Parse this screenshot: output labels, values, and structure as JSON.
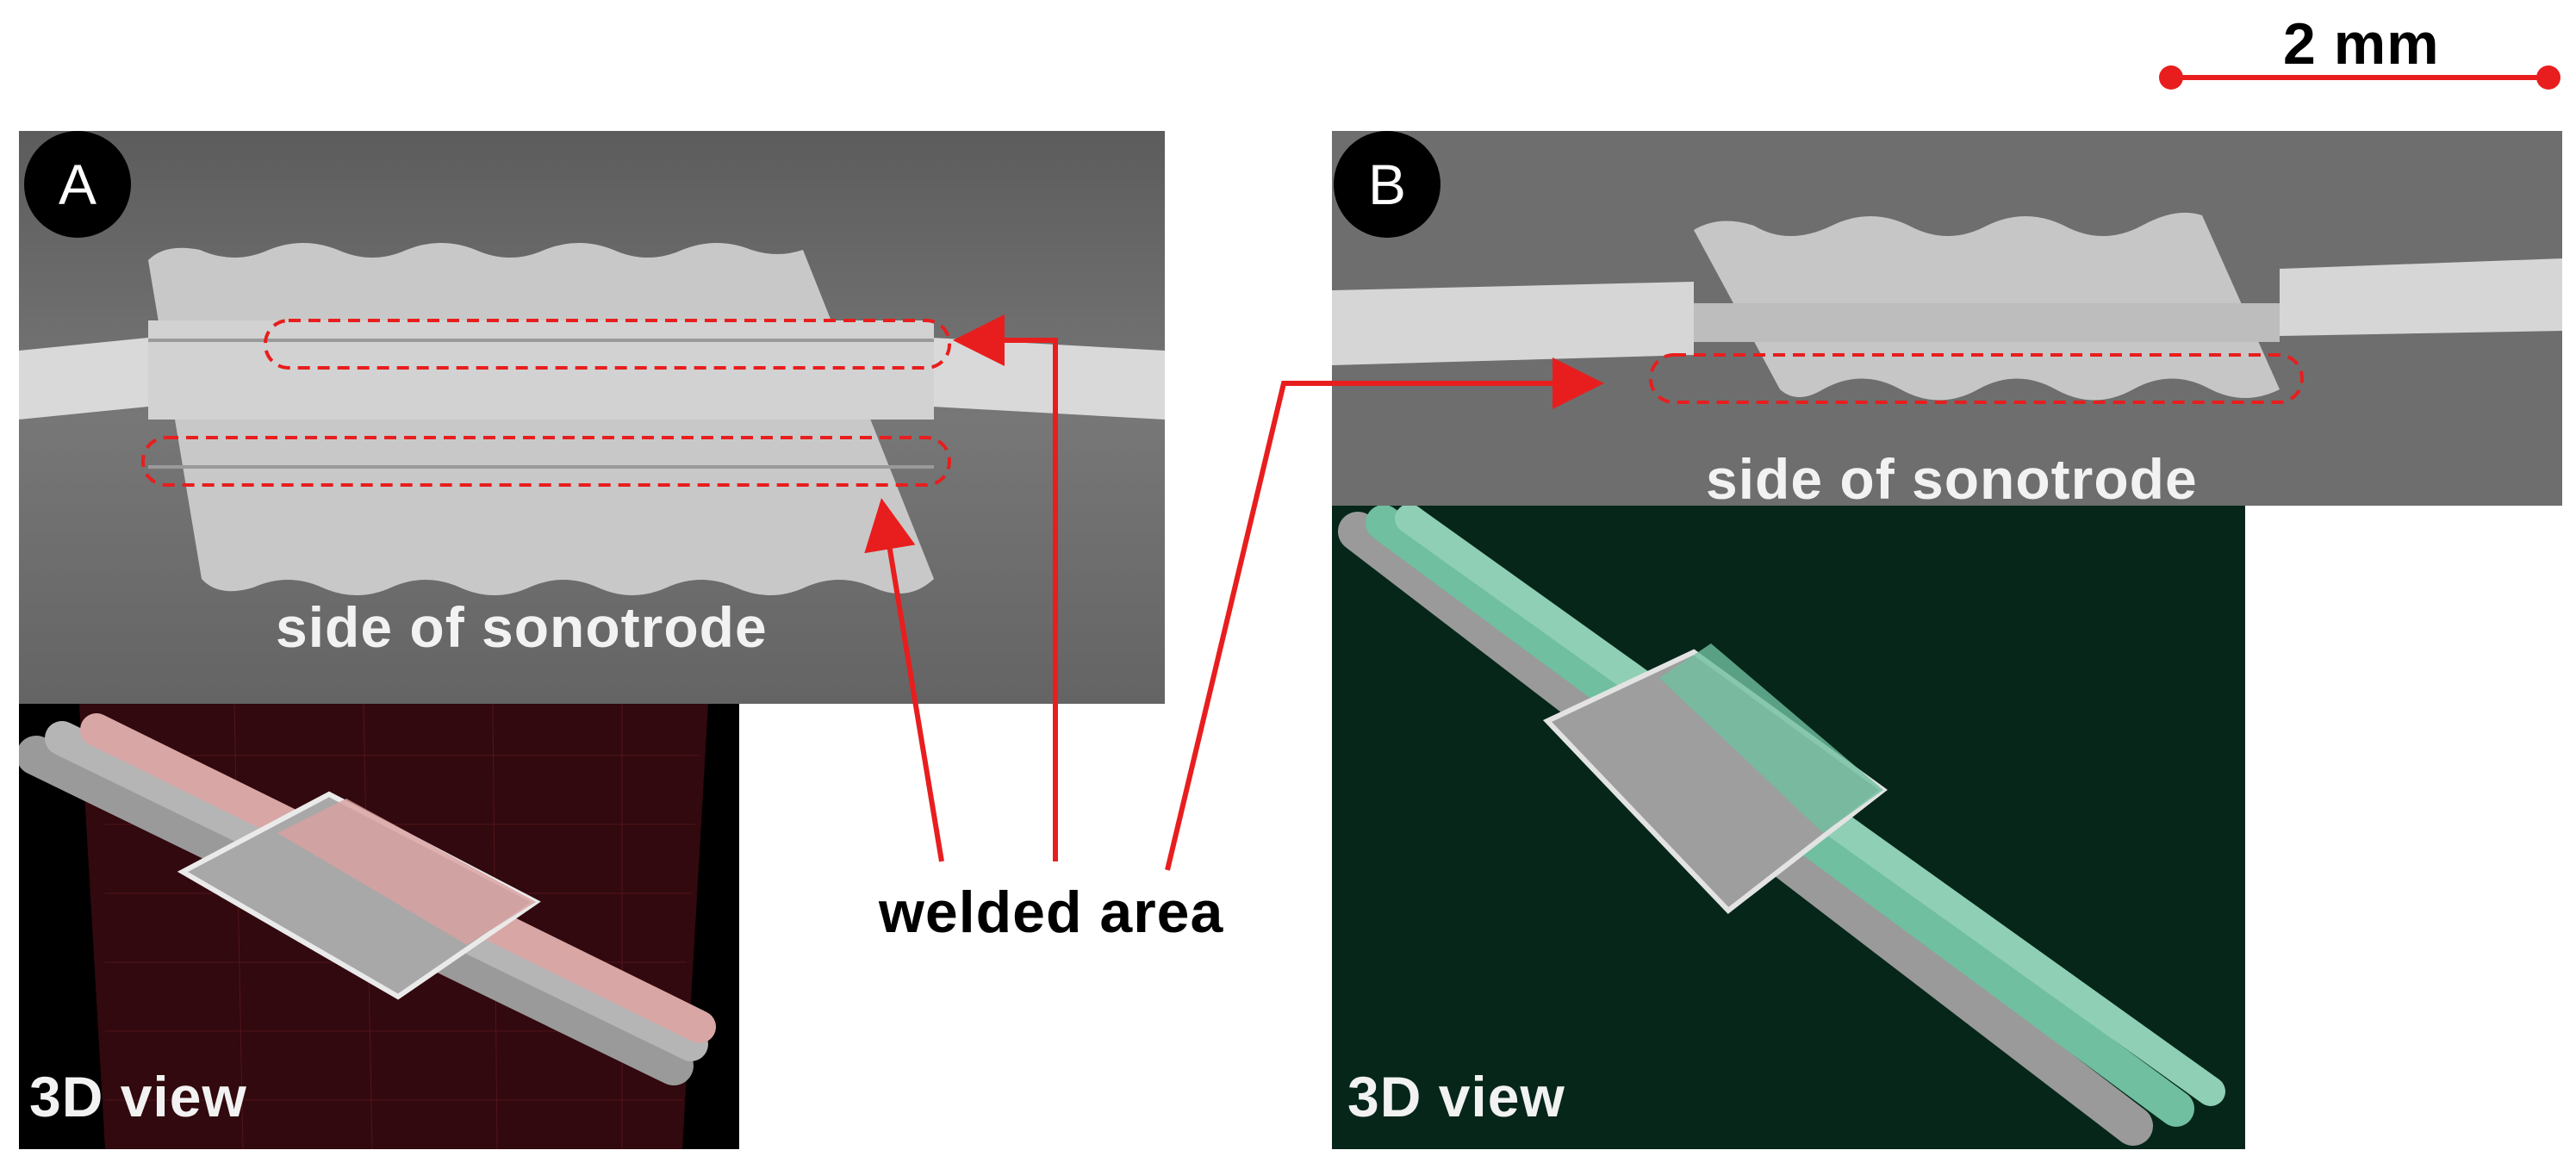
{
  "scale_bar": {
    "label": "2 mm"
  },
  "panel_a": {
    "badge": "A",
    "ct_caption": "side of sonotrode",
    "view_caption": "3D view"
  },
  "panel_b": {
    "badge": "B",
    "ct_caption": "side of sonotrode",
    "view_caption": "3D view"
  },
  "annotation": {
    "label": "welded area"
  },
  "colors": {
    "annotation_red": "#e81e1e",
    "ct_gray": "#6e6e6e",
    "view_a_background": "#000000",
    "view_a_overlay": "#d98a8a",
    "view_b_background": "#06261a",
    "view_b_overlay": "#6fbfa0"
  }
}
